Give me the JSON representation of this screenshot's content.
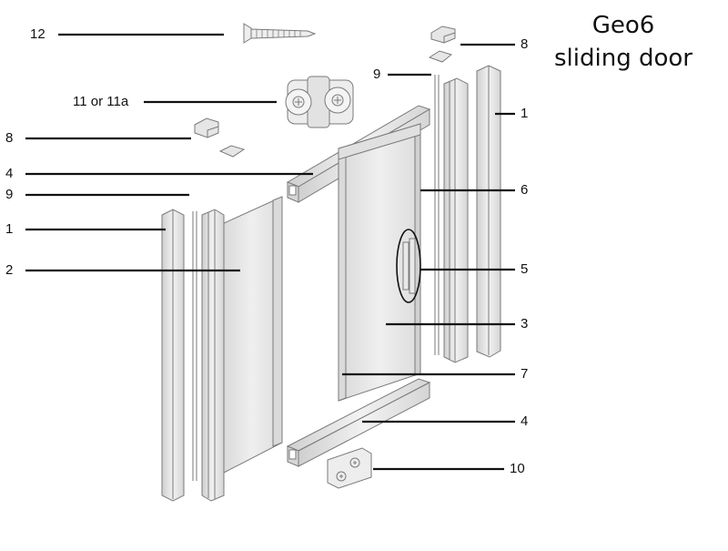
{
  "title": {
    "line1": "Geo6",
    "line2": "sliding door"
  },
  "callouts": {
    "c12": "12",
    "c11": "11 or 11a",
    "c8_left": "8",
    "c4_top": "4",
    "c9_left": "9",
    "c1_left": "1",
    "c2": "2",
    "c8_right": "8",
    "c9_right": "9",
    "c1_right": "1",
    "c6": "6",
    "c5": "5",
    "c3": "3",
    "c7": "7",
    "c4_bottom": "4",
    "c10": "10"
  },
  "colors": {
    "line": "#111111",
    "part_stroke": "#7a7a7a",
    "part_fill": "#e4e4e4",
    "glass_fill": "#ececec"
  }
}
